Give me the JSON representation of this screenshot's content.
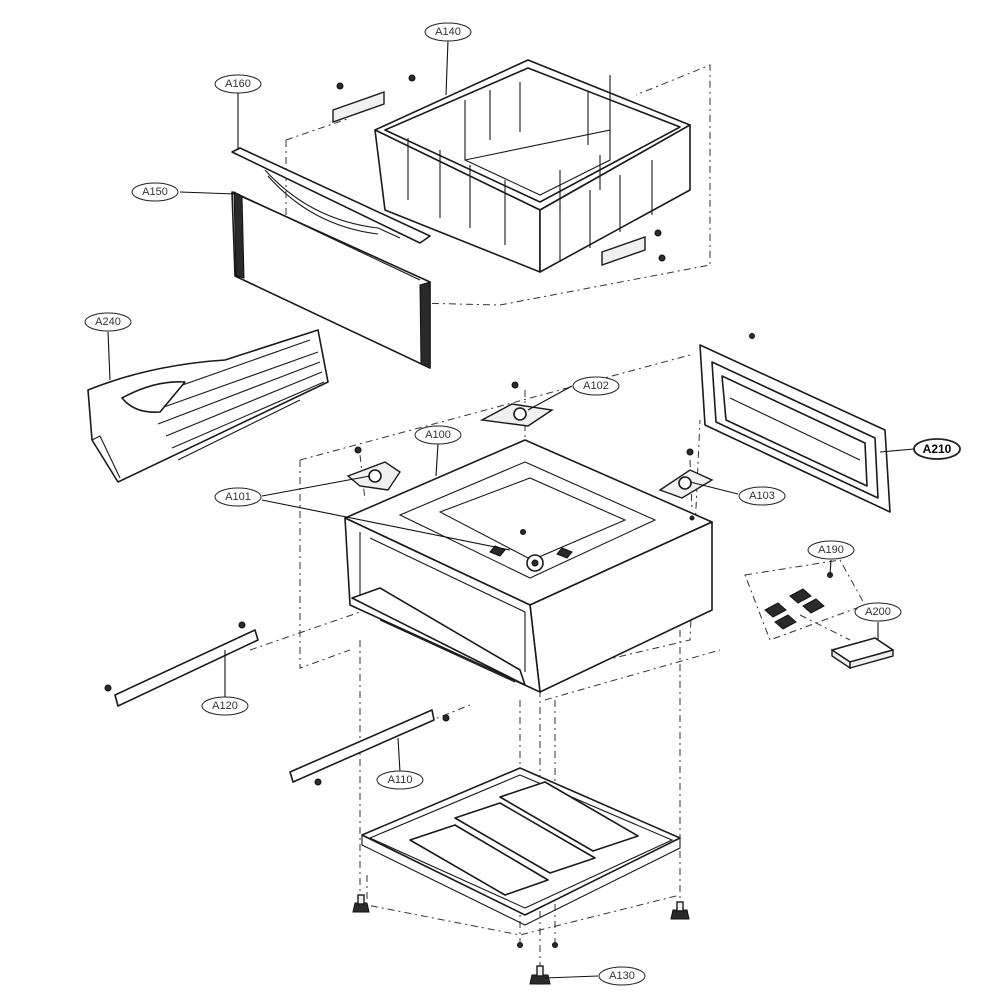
{
  "diagram": {
    "callouts": [
      {
        "id": "a140",
        "label": "A140",
        "bold": false
      },
      {
        "id": "a160",
        "label": "A160",
        "bold": false
      },
      {
        "id": "a150",
        "label": "A150",
        "bold": false
      },
      {
        "id": "a240",
        "label": "A240",
        "bold": false
      },
      {
        "id": "a102",
        "label": "A102",
        "bold": false
      },
      {
        "id": "a100",
        "label": "A100",
        "bold": false
      },
      {
        "id": "a210",
        "label": "A210",
        "bold": true
      },
      {
        "id": "a101",
        "label": "A101",
        "bold": false
      },
      {
        "id": "a103",
        "label": "A103",
        "bold": false
      },
      {
        "id": "a190",
        "label": "A190",
        "bold": false
      },
      {
        "id": "a200",
        "label": "A200",
        "bold": false
      },
      {
        "id": "a120",
        "label": "A120",
        "bold": false
      },
      {
        "id": "a110",
        "label": "A110",
        "bold": false
      },
      {
        "id": "a130",
        "label": "A130",
        "bold": false
      }
    ]
  }
}
